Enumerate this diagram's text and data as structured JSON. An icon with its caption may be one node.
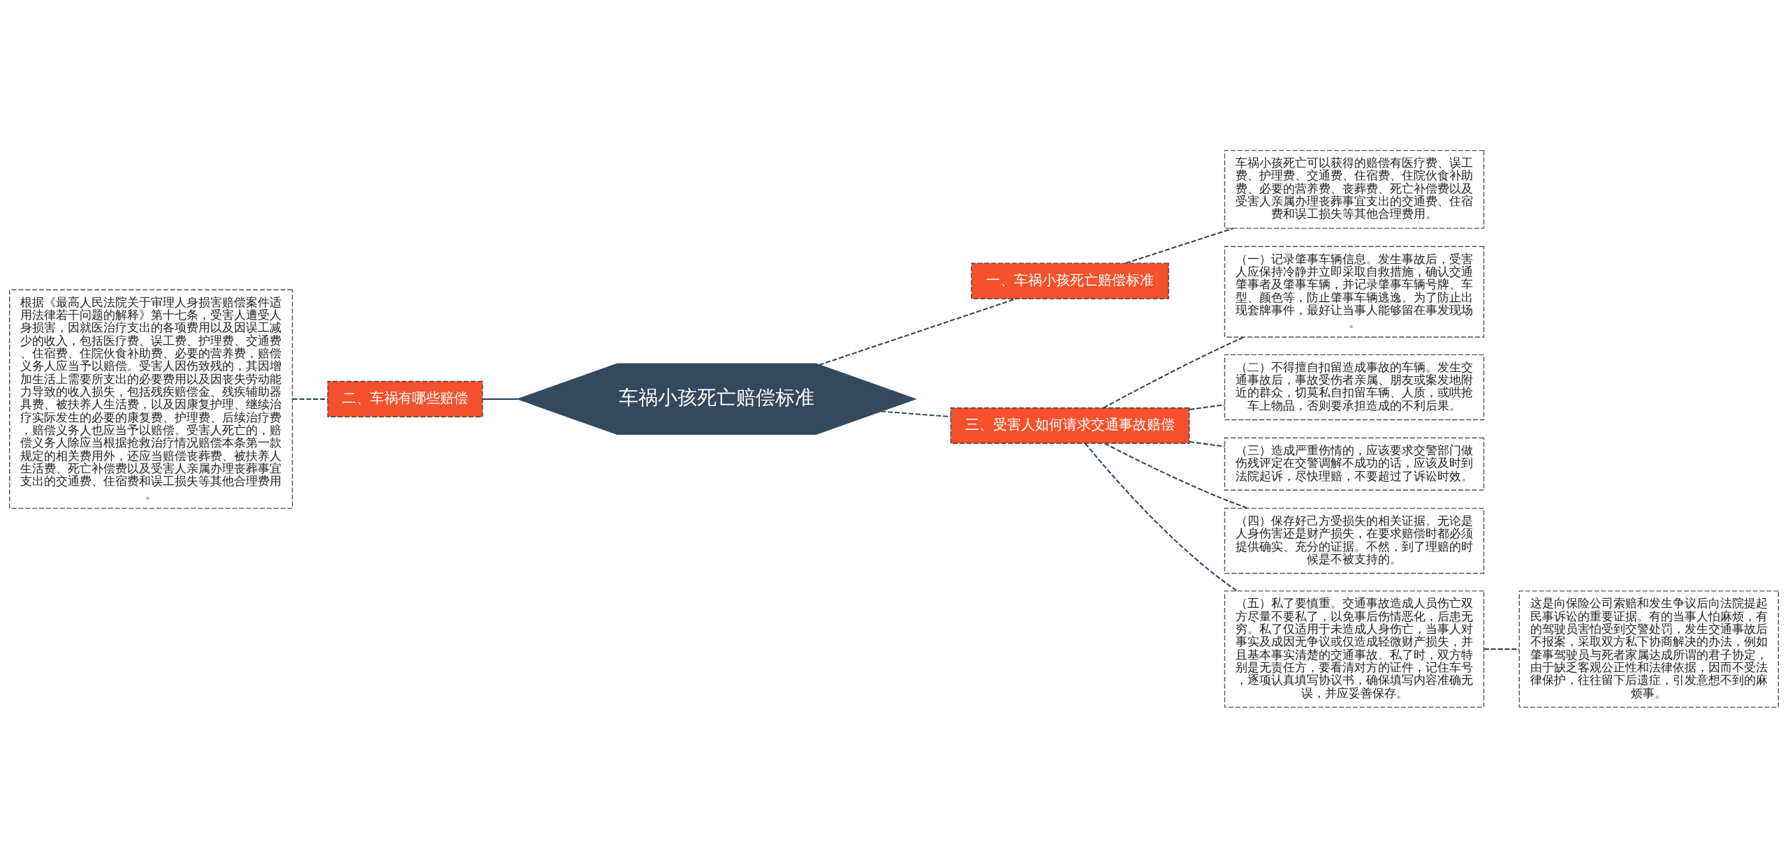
{
  "diagram": {
    "nodes": [
      {
        "text": [
          "车祸小孩死亡赔偿标准"
        ]
      },
      {
        "text": [
          "一、车祸小孩死亡赔偿标准"
        ]
      },
      {
        "text": [
          "车祸小孩死亡可以获得的赔偿有医疗费、误工费、护理费、交通费、住宿费、住院伙食补助费、必要的营养费、丧葬费、死亡补偿费以及受害人亲属办理丧葬事宜支出的交通费、住宿费和误工损失等其他合理费用。"
        ]
      },
      {
        "text": [
          "二、车祸有哪些赔偿"
        ]
      },
      {
        "text": [
          "根据《最高人民法院关于审理人身损害赔偿案件适用法律若干问题的解释》第十七条，受害人遭受人身损害，因就医治疗支出的各项费用以及因误工减少的收入，包括医疗费、误工费、护理费、交通费、住宿费、住院伙食补助费、必要的营养费，赔偿义务人应当予以赔偿。受害人因伤致残的，其因增加生活上需要所支出的必要费用以及因丧失劳动能力导致的收入损失，包括残疾赔偿金、残疾辅助器具费、被扶养人生活费，以及因康复护理、继续治疗实际发生的必要的康复费、护理费、后续治疗费，赔偿义务人也应当予以赔偿。受害人死亡的，赔偿义务人除应当根据抢救治疗情况赔偿本条第一款规定的相关费用外，还应当赔偿丧葬费、被扶养人生活费、死亡补偿费以及受害人亲属办理丧葬事宜支出的交通费、住宿费和误工损失等其他合理费用。"
        ]
      },
      {
        "text": [
          "三、受害人如何请求交通事故赔偿"
        ]
      },
      {
        "text": [
          "（一）记录肇事车辆信息。发生事故后，受害人应保持冷静并立即采取自救措施，确认交通肇事者及肇事车辆，并记录肇事车辆号牌、车型、颜色等，防止肇事车辆逃逸。为了防止出现套牌事件，最好让当事人能够留在事发现场。"
        ]
      },
      {
        "text": [
          "（二）不得擅自扣留造成事故的车辆。发生交通事故后，事故受伤者亲属、朋友或案发地附近的群众，切莫私自扣留车辆、人质，或哄抢车上物品，否则要承担造成的不利后果。"
        ]
      },
      {
        "text": [
          "（三）造成严重伤情的，应该要求交警部门做伤残评定在交警调解不成功的话，应该及时到法院起诉，尽快理赔，不要超过了诉讼时效。"
        ]
      },
      {
        "text": [
          "（四）保存好己方受损失的相关证据。无论是人身伤害还是财产损失，在要求赔偿时都必须提供确实、充分的证据。不然，到了理赔的时候是不被支持的。"
        ]
      },
      {
        "text": [
          "（五）私了要慎重。交通事故造成人员伤亡双方尽量不要私了，以免事后伤情恶化，后患无穷。私了仅适用于未造成人身伤亡，当事人对事实及成因无争议或仅造成轻微财产损失，并且基本事实清楚的交通事故。私了时，双方特别是无责任方，要看清对方的证件，记住车号，逐项认真填写协议书，确保填写内容准确无误，并应妥善保存。"
        ]
      },
      {
        "text": [
          "这是向保险公司索赔和发生争议后向法院提起民事诉讼的重要证据。有的当事人怕麻烦，有的驾驶员害怕受到交警处罚，发生交通事故后不报案，采取双方私下协商解决的办法，例如肇事驾驶员与死者家属达成所谓的君子协定，由于缺乏客观公正性和法律依据，因而不受法律保护，往往留下后遗症，引发意想不到的麻烦事。"
        ]
      }
    ],
    "edges": [
      {
        "from": 0,
        "to": 1,
        "arrow": "none",
        "style": "dashed"
      },
      {
        "from": 1,
        "to": 2,
        "arrow": "none",
        "style": "dashed"
      },
      {
        "from": 0,
        "to": 3,
        "arrow": "none"
      },
      {
        "from": 3,
        "to": 4,
        "arrow": "none",
        "style": "dashed"
      },
      {
        "from": 0,
        "to": 5,
        "arrow": "none",
        "style": "dashed"
      },
      {
        "from": 5,
        "to": 6,
        "arrow": "none",
        "style": "dashed"
      },
      {
        "from": 5,
        "to": 7,
        "arrow": "none",
        "style": "dashed"
      },
      {
        "from": 5,
        "to": 8,
        "arrow": "none",
        "style": "dashed"
      },
      {
        "from": 5,
        "to": 9,
        "arrow": "none",
        "style": "dashed"
      },
      {
        "from": 5,
        "to": 10,
        "arrow": "none",
        "style": "dashed"
      },
      {
        "from": 10,
        "to": 11,
        "arrow": "none",
        "style": "dashed"
      }
    ]
  }
}
